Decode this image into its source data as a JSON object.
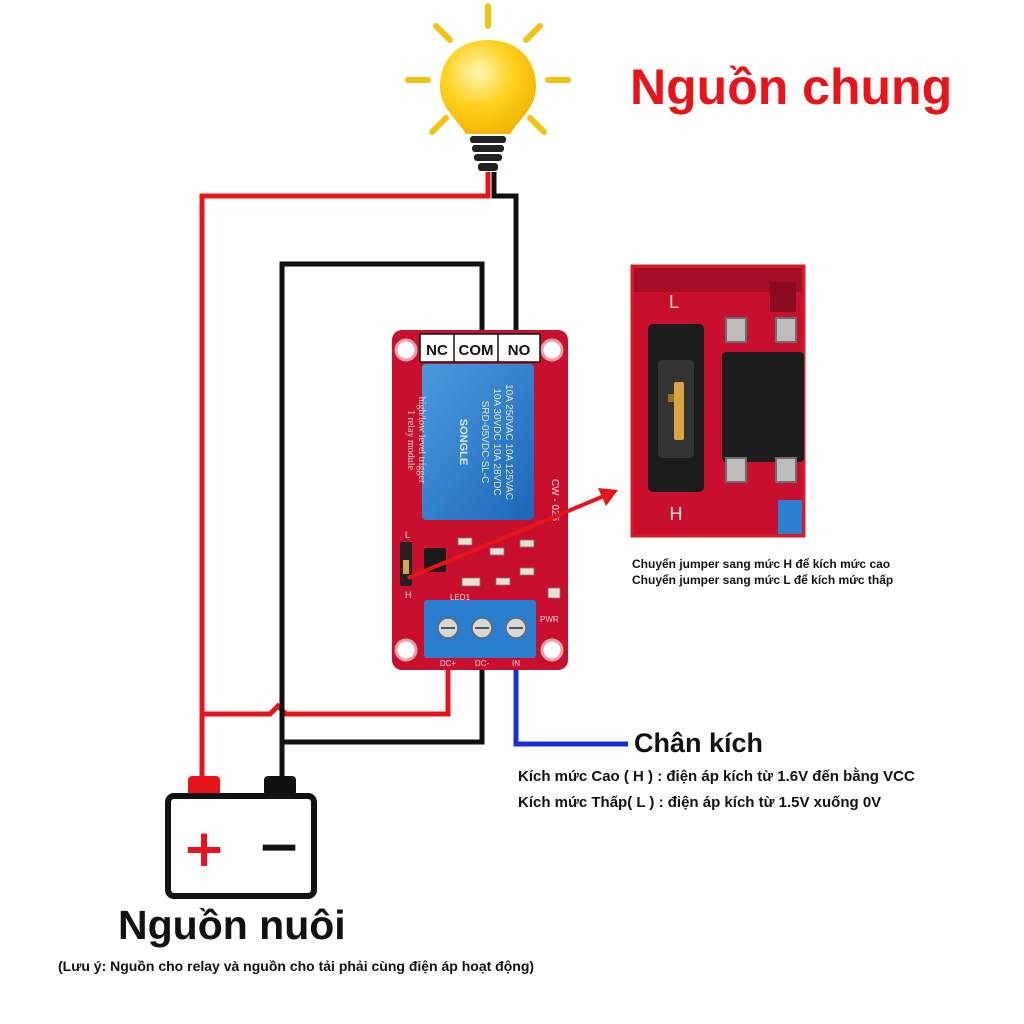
{
  "title": "Nguồn chung",
  "terminals": {
    "nc": "NC",
    "com": "COM",
    "no": "NO"
  },
  "jumper": {
    "label_l": "L",
    "label_h": "H",
    "note_h": "Chuyển jumper sang mức H để kích mức cao",
    "note_l": "Chuyển jumper sang mức L để kích mức thấp"
  },
  "relay_module": {
    "relay_lines": [
      "10A 250VAC  10A 125VAC",
      "10A 30VDC  10A 28VDC",
      "SRD-05VDC-SL-C"
    ],
    "relay_brand": "SONGLE",
    "module_text": [
      "1 relay module",
      "high/low level trigger"
    ],
    "board_code": "CW - 025",
    "led_label": "LED1",
    "pwr_label": "PWR",
    "pins": [
      "DC+",
      "DC-",
      "IN"
    ]
  },
  "trigger": {
    "title": "Chân kích",
    "line_high": "Kích mức Cao ( H ) : điện áp kích từ 1.6V đến bằng VCC",
    "line_low": "Kích mức Thấp( L ) : điện áp kích từ 1.5V xuống 0V"
  },
  "battery": {
    "plus": "+",
    "minus": "−"
  },
  "supply": {
    "title": "Nguồn nuôi",
    "note": "(Lưu ý: Nguồn cho relay và nguồn cho tải phải cùng điện áp hoạt động)"
  },
  "colors": {
    "red_wire": "#e8141b",
    "black_wire": "#111111",
    "blue_wire": "#1a2fd4",
    "board": "#c8102e",
    "relay": "#2a7fd0",
    "bulb": "#ffd21f",
    "rays": "#f3c313"
  }
}
